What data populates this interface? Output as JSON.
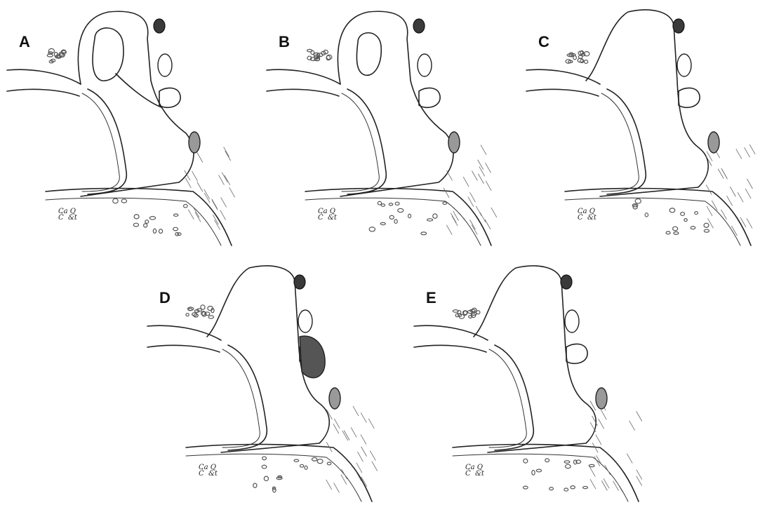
{
  "figure": {
    "panels": [
      {
        "label": "A",
        "variant": "full-tumor"
      },
      {
        "label": "B",
        "variant": "partial"
      },
      {
        "label": "C",
        "variant": "open-cavity"
      },
      {
        "label": "D",
        "variant": "compressed"
      },
      {
        "label": "E",
        "variant": "reconstructed"
      }
    ],
    "signature": "Ca Q\nĊ  &t",
    "colors": {
      "ink": "#222222",
      "stipple": "#555555",
      "hatch": "#666666",
      "dark_nodule": "#3a3a3a"
    }
  }
}
